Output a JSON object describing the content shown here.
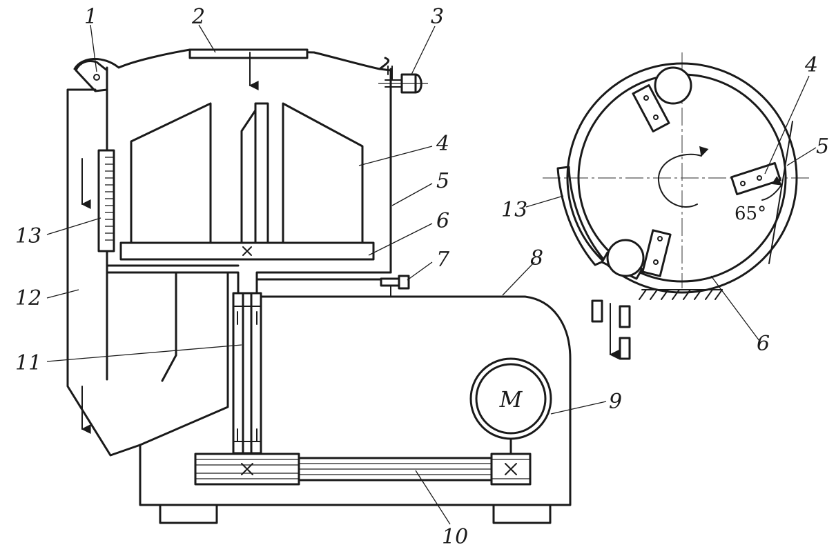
{
  "labels": {
    "n1": "1",
    "n2": "2",
    "n3": "3",
    "n4": "4",
    "n5": "5",
    "n6": "6",
    "n7": "7",
    "n8": "8",
    "n9": "9",
    "n10": "10",
    "n11": "11",
    "n12": "12",
    "n13": "13"
  },
  "detail_labels": {
    "n4": "4",
    "n5": "5",
    "n6": "6",
    "n13": "13"
  },
  "motor_symbol": "M",
  "angle_label": "65°"
}
